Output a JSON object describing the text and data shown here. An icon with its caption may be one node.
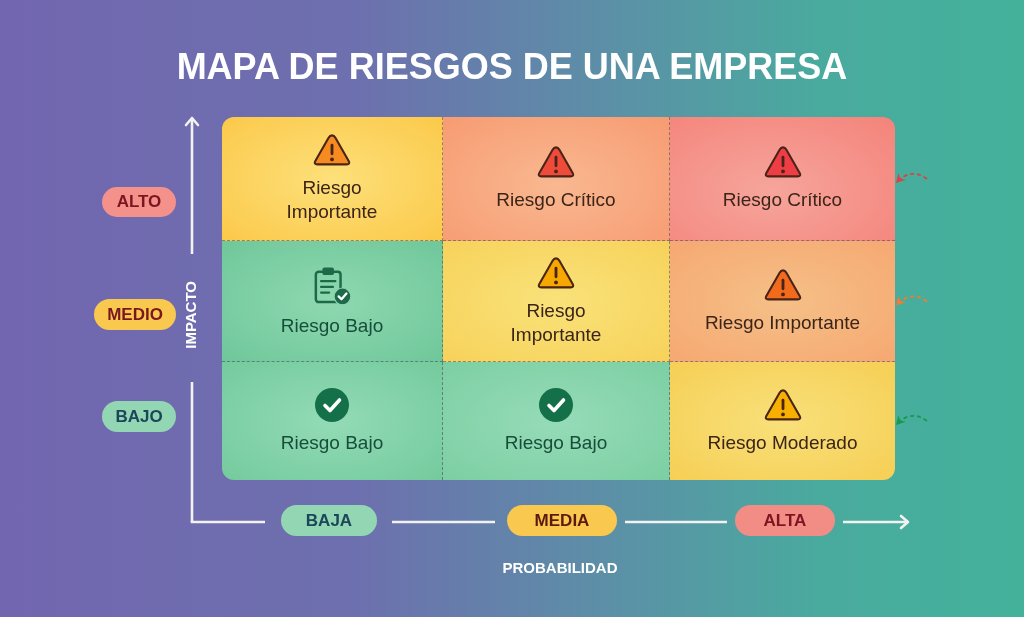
{
  "diagram": {
    "title": "MAPA DE RIESGOS DE UNA EMPRESA",
    "nodes": [
      {
        "text": [
          "ALTO"
        ]
      },
      {
        "text": [
          "Riesgo Importante"
        ]
      },
      {
        "text": [
          "Riesgo Crítico"
        ]
      },
      {
        "text": [
          "Riesgo Crítico"
        ]
      },
      {
        "text": [
          "MEDIO"
        ]
      },
      {
        "text": [
          "Riesgo Bajo"
        ]
      },
      {
        "text": [
          "Riesgo Importante"
        ]
      },
      {
        "text": [
          "Riesgo Importante"
        ]
      },
      {
        "text": [
          "BAJO"
        ]
      },
      {
        "text": [
          "Riesgo Bajo"
        ]
      },
      {
        "text": [
          "Riesgo Bajo"
        ]
      },
      {
        "text": [
          "Riesgo Moderado"
        ]
      },
      {
        "text": [
          "BAJA"
        ]
      },
      {
        "text": [
          "MEDIA"
        ]
      },
      {
        "text": [
          "ALTA"
        ]
      }
    ],
    "edges": [
      {
        "from": null,
        "to": 3,
        "arrow": "to",
        "style": "dashed",
        "color": "#d8434a"
      },
      {
        "from": null,
        "to": 7,
        "arrow": "to",
        "style": "dashed",
        "color": "#f27b35"
      },
      {
        "from": null,
        "to": 11,
        "arrow": "to",
        "style": "dashed",
        "color": "#1a9a4b"
      }
    ],
    "labels": [
      "IMPACTO",
      "PROBABILIDAD"
    ]
  }
}
